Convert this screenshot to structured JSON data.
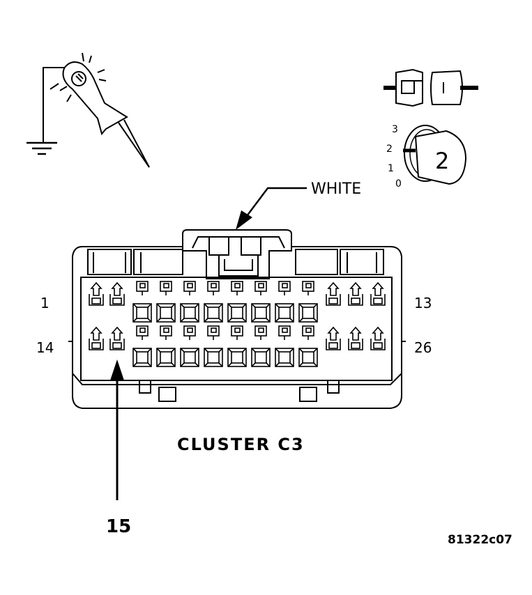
{
  "connector": {
    "color_label": "WHITE",
    "title": "CLUSTER C3",
    "pin_first_top": "1",
    "pin_last_top": "13",
    "pin_first_bottom": "14",
    "pin_last_bottom": "26",
    "highlighted_pin": "15",
    "top_row_pin_types": [
      "f",
      "f",
      "m",
      "m",
      "m",
      "m",
      "m",
      "m",
      "m",
      "m",
      "f",
      "f",
      "f"
    ],
    "bottom_row_pin_types": [
      "f",
      "f",
      "m",
      "m",
      "m",
      "m",
      "m",
      "m",
      "m",
      "m",
      "f",
      "f",
      "f"
    ]
  },
  "meter": {
    "scale_labels": [
      "3",
      "2",
      "1",
      "0"
    ],
    "selector_value": "2"
  },
  "icons": [
    "test-probe-icon",
    "ground-icon",
    "connector-probe-icon",
    "multimeter-selector-icon"
  ],
  "figure_id": "81322c07"
}
